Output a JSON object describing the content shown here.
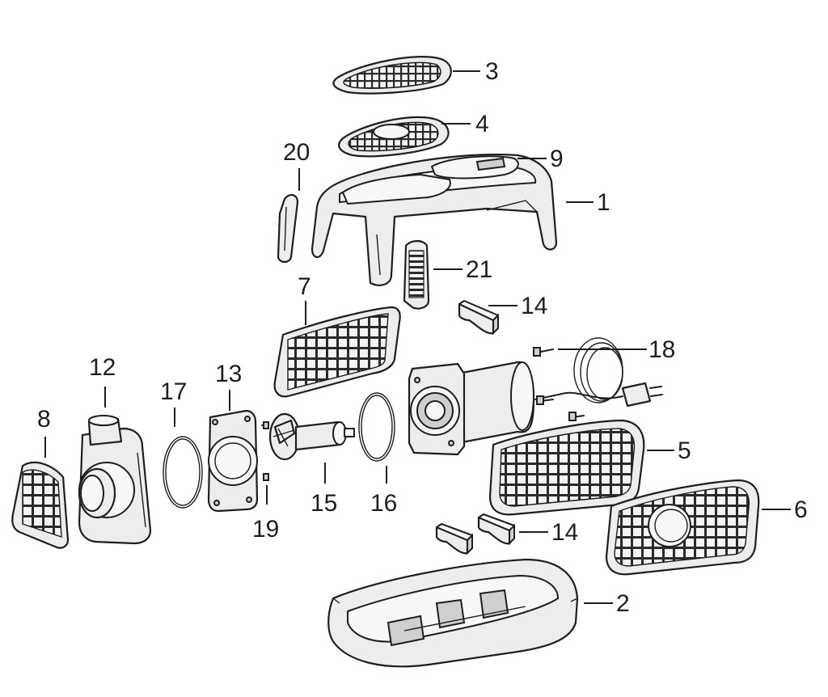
{
  "diagram": {
    "labels": {
      "p1": "1",
      "p2": "2",
      "p3": "3",
      "p4": "4",
      "p5": "5",
      "p6": "6",
      "p7": "7",
      "p8": "8",
      "p9": "9",
      "p12": "12",
      "p13": "13",
      "p14a": "14",
      "p14b": "14",
      "p15": "15",
      "p16": "16",
      "p17": "17",
      "p18": "18",
      "p19": "19",
      "p20": "20",
      "p21": "21"
    }
  }
}
